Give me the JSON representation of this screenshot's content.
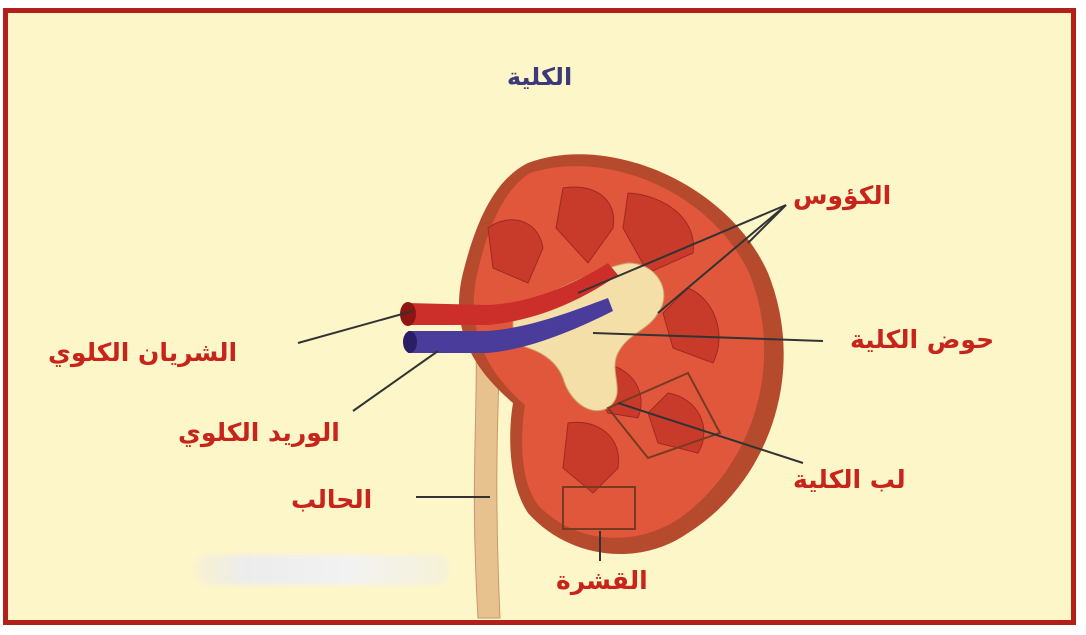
{
  "title": "الكلية",
  "labels": {
    "calyces": "الكؤوس",
    "renal_artery": "الشريان الكلوي",
    "renal_pelvis": "حوض الكلية",
    "renal_vein": "الوريد الكلوي",
    "renal_medulla": "لب الكلية",
    "ureter": "الحالب",
    "cortex": "القشرة"
  },
  "colors": {
    "background": "#fdf6c9",
    "frame": "#b3201c",
    "label_text": "#c7241b",
    "title_text": "#3d3a7c",
    "kidney_outer": "#b64a2c",
    "kidney_cortex": "#e0573c",
    "artery": "#cc2f2a",
    "vein": "#4a3c9a"
  }
}
